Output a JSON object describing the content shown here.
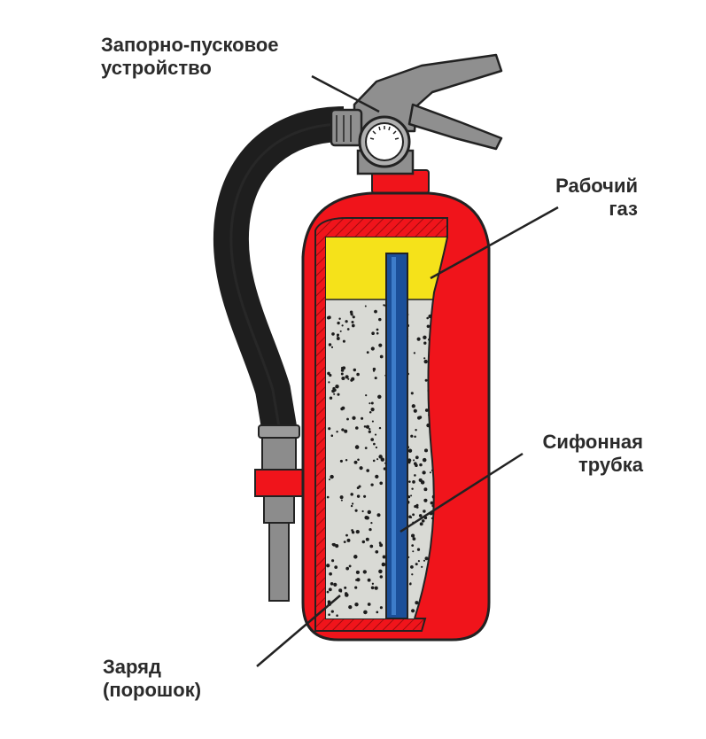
{
  "labels": {
    "valve": {
      "line1": "Запорно-пусковое",
      "line2": "устройство"
    },
    "gas": {
      "line1": "Рабочий",
      "line2": "газ"
    },
    "siphon": {
      "line1": "Сифонная",
      "line2": "трубка"
    },
    "charge": {
      "line1": "Заряд",
      "line2": "(порошок)"
    }
  },
  "colors": {
    "body": "#f0141b",
    "body_dark": "#c10e12",
    "gas": "#f5e21a",
    "powder": "#d9dad5",
    "dots": "#1c1c1c",
    "tube": "#1b4f99",
    "hose": "#1e1e1e",
    "metal": "#8f8f8f",
    "text": "#2b2b2b"
  },
  "icons": [
    "pressure-gauge-icon"
  ]
}
